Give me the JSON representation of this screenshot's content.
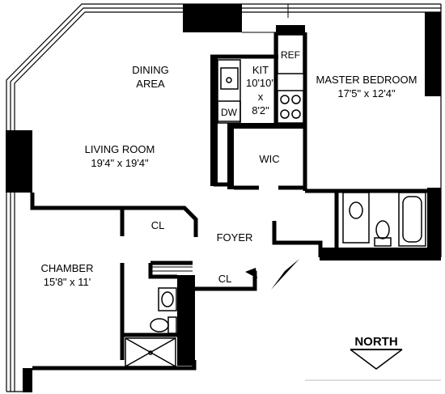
{
  "rooms": {
    "dining": {
      "name_line1": "DINING",
      "name_line2": "AREA"
    },
    "kitchen": {
      "name": "KIT",
      "dim_line1": "10'10\"",
      "dim_line2": "x",
      "dim_line3": "8'2\""
    },
    "refrigerator": {
      "name": "REF"
    },
    "dishwasher": {
      "name": "DW"
    },
    "master_bedroom": {
      "name": "MASTER BEDROOM",
      "dims": "17'5\" x 12'4\""
    },
    "living_room": {
      "name": "LIVING ROOM",
      "dims": "19'4\" x 19'4\""
    },
    "walk_in_closet": {
      "name": "WIC"
    },
    "closet_upper": {
      "name": "CL"
    },
    "foyer": {
      "name": "FOYER"
    },
    "chamber": {
      "name": "CHAMBER",
      "dims": "15'8\" x 11'"
    },
    "closet_lower": {
      "name": "CL"
    }
  },
  "compass": {
    "label": "NORTH"
  },
  "colors": {
    "wall": "#000000",
    "line": "#000000",
    "background": "#ffffff",
    "grey": "#888888"
  }
}
